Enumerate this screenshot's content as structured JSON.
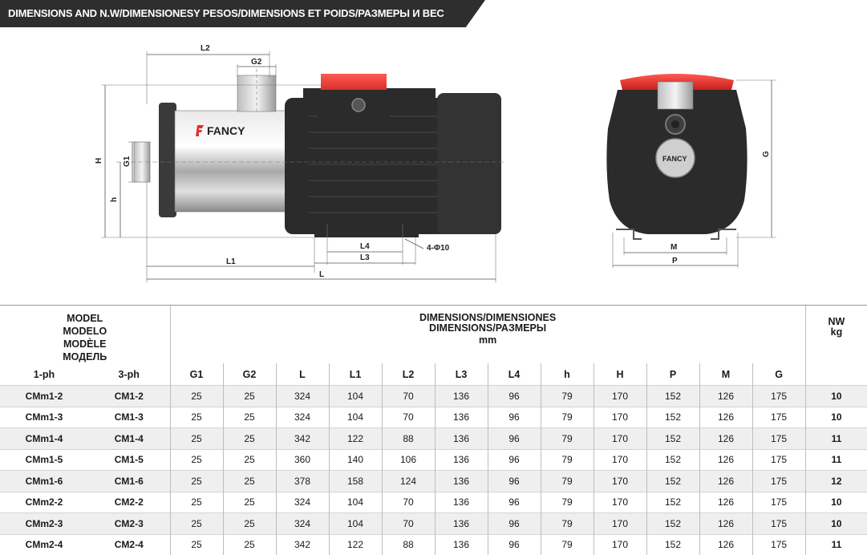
{
  "header": {
    "title": "DIMENSIONS AND N.W/DIMENSIONESY PESOS/DIMENSIONS ET POIDS/РАЗМЕРЫ И ВЕС"
  },
  "drawing": {
    "brand": "FANCY",
    "badge": "FANCY",
    "labels": {
      "L2": "L2",
      "G2": "G2",
      "H": "H",
      "G1": "G1",
      "h": "h",
      "L4": "L4",
      "L3": "L3",
      "L1": "L1",
      "L": "L",
      "holes": "4-Φ10",
      "G": "G",
      "M": "M",
      "P": "P"
    },
    "colors": {
      "accent": "#e0322f",
      "body": "#2a2a2a",
      "steel": "#c9c9c9"
    }
  },
  "table": {
    "model_header": [
      "MODEL",
      "MODELO",
      "MODÈLE",
      "МОДЕЛЬ"
    ],
    "dims_header": [
      "DIMENSIONS/DIMENSIONES",
      "DIMENSIONS/РАЗМЕРЫ",
      "mm"
    ],
    "nw_header": [
      "NW",
      "kg"
    ],
    "phase_1": "1-ph",
    "phase_3": "3-ph",
    "columns": [
      "G1",
      "G2",
      "L",
      "L1",
      "L2",
      "L3",
      "L4",
      "h",
      "H",
      "P",
      "M",
      "G"
    ],
    "rows": [
      {
        "m1": "CMm1-2",
        "m3": "CM1-2",
        "vals": [
          "25",
          "25",
          "324",
          "104",
          "70",
          "136",
          "96",
          "79",
          "170",
          "152",
          "126",
          "175"
        ],
        "nw": "10"
      },
      {
        "m1": "CMm1-3",
        "m3": "CM1-3",
        "vals": [
          "25",
          "25",
          "324",
          "104",
          "70",
          "136",
          "96",
          "79",
          "170",
          "152",
          "126",
          "175"
        ],
        "nw": "10"
      },
      {
        "m1": "CMm1-4",
        "m3": "CM1-4",
        "vals": [
          "25",
          "25",
          "342",
          "122",
          "88",
          "136",
          "96",
          "79",
          "170",
          "152",
          "126",
          "175"
        ],
        "nw": "11"
      },
      {
        "m1": "CMm1-5",
        "m3": "CM1-5",
        "vals": [
          "25",
          "25",
          "360",
          "140",
          "106",
          "136",
          "96",
          "79",
          "170",
          "152",
          "126",
          "175"
        ],
        "nw": "11"
      },
      {
        "m1": "CMm1-6",
        "m3": "CM1-6",
        "vals": [
          "25",
          "25",
          "378",
          "158",
          "124",
          "136",
          "96",
          "79",
          "170",
          "152",
          "126",
          "175"
        ],
        "nw": "12"
      },
      {
        "m1": "CMm2-2",
        "m3": "CM2-2",
        "vals": [
          "25",
          "25",
          "324",
          "104",
          "70",
          "136",
          "96",
          "79",
          "170",
          "152",
          "126",
          "175"
        ],
        "nw": "10"
      },
      {
        "m1": "CMm2-3",
        "m3": "CM2-3",
        "vals": [
          "25",
          "25",
          "324",
          "104",
          "70",
          "136",
          "96",
          "79",
          "170",
          "152",
          "126",
          "175"
        ],
        "nw": "10"
      },
      {
        "m1": "CMm2-4",
        "m3": "CM2-4",
        "vals": [
          "25",
          "25",
          "342",
          "122",
          "88",
          "136",
          "96",
          "79",
          "170",
          "152",
          "126",
          "175"
        ],
        "nw": "11"
      }
    ]
  }
}
